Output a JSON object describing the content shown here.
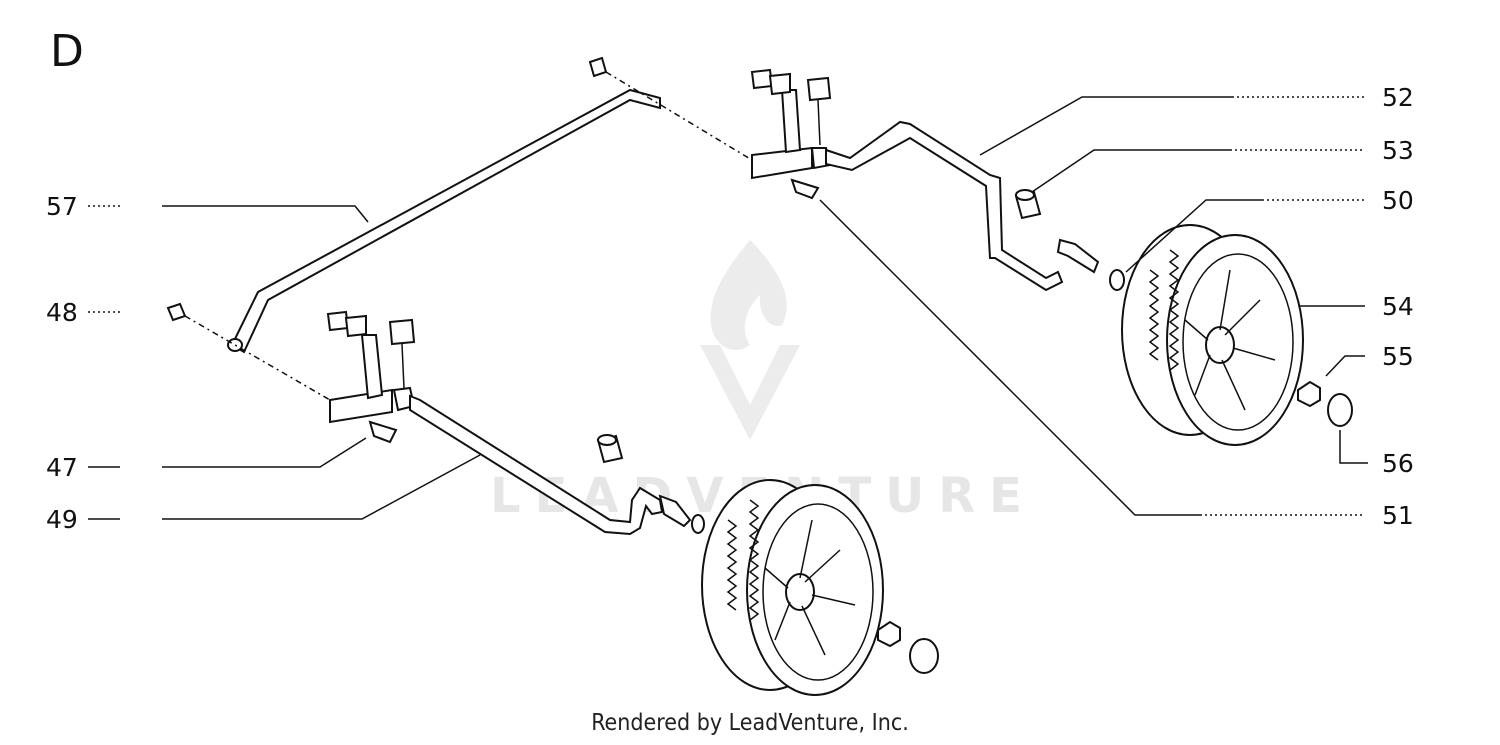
{
  "section_letter": "D",
  "callouts": [
    {
      "id": "52",
      "label": "52"
    },
    {
      "id": "53",
      "label": "53"
    },
    {
      "id": "50",
      "label": "50"
    },
    {
      "id": "54",
      "label": "54"
    },
    {
      "id": "55",
      "label": "55"
    },
    {
      "id": "56",
      "label": "56"
    },
    {
      "id": "51",
      "label": "51"
    },
    {
      "id": "57",
      "label": "57"
    },
    {
      "id": "48",
      "label": "48"
    },
    {
      "id": "47",
      "label": "47"
    },
    {
      "id": "49",
      "label": "49"
    }
  ],
  "watermark": {
    "text": "LEADVENTURE"
  },
  "footer": {
    "text": "Rendered by LeadVenture, Inc."
  }
}
